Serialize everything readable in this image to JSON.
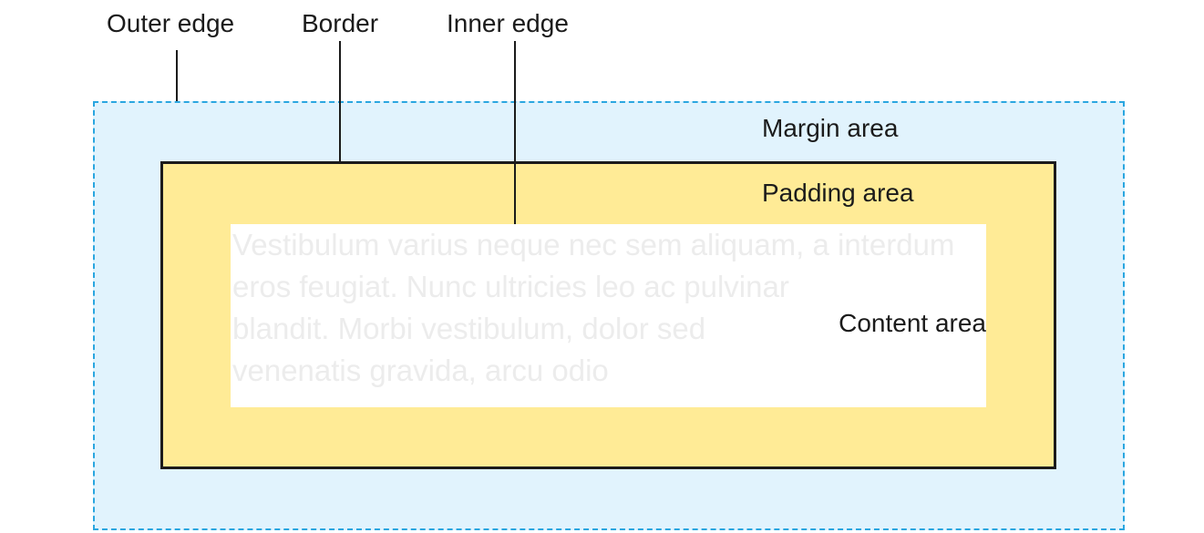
{
  "labels": {
    "outer_edge": "Outer edge",
    "border": "Border",
    "inner_edge": "Inner edge",
    "margin_area": "Margin area",
    "padding_area": "Padding area",
    "content_area": "Content area"
  },
  "content_text": "Vestibulum varius neque nec sem aliquam, a interdum eros feugiat. Nunc ultricies leo ac pulvinar blandit. Morbi vestibulum, dolor sed venenatis gravida, arcu odio",
  "colors": {
    "margin": "#e1f3fd",
    "padding": "#ffeb96",
    "content": "#ffffff",
    "border": "#1b1b1b",
    "outer_edge": "#2aa6e0"
  }
}
